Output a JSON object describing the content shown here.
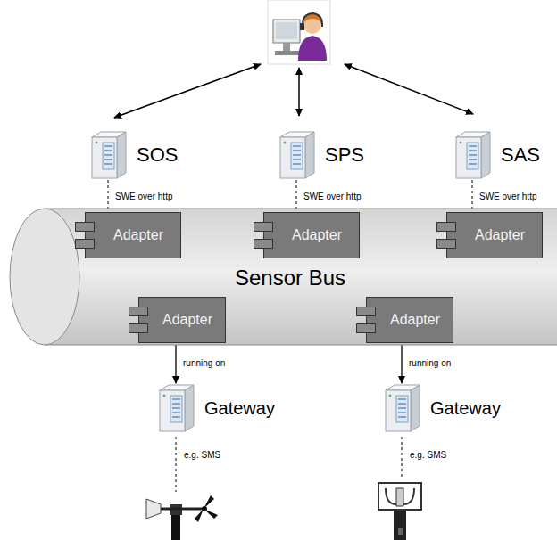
{
  "diagram": {
    "nodes": [
      {
        "text": [
          "SOS"
        ]
      },
      {
        "text": [
          "SPS"
        ]
      },
      {
        "text": [
          "SAS"
        ]
      },
      {
        "text": [
          "Sensor Bus"
        ]
      },
      {
        "text": [
          "Adapter"
        ],
        "in": 3
      },
      {
        "text": [
          "Adapter"
        ],
        "in": 3
      },
      {
        "text": [
          "Adapter"
        ],
        "in": 3
      },
      {
        "text": [
          "Adapter"
        ],
        "in": 3
      },
      {
        "text": [
          "Adapter"
        ],
        "in": 3
      },
      {
        "text": [
          "Gateway"
        ]
      },
      {
        "text": [
          "Gateway"
        ]
      }
    ],
    "edges": [
      {
        "from": 0,
        "to": 4,
        "label": "SWE over http",
        "arrow": "none"
      },
      {
        "from": 1,
        "to": 5,
        "label": "SWE over http",
        "arrow": "none"
      },
      {
        "from": 2,
        "to": 6,
        "label": "SWE over http",
        "arrow": "none"
      },
      {
        "from": 7,
        "to": 9,
        "label": "running on",
        "arrow": "to"
      },
      {
        "from": 8,
        "to": 10,
        "label": "running on",
        "arrow": "to"
      }
    ],
    "labels": [
      "e.g. SMS",
      "e.g. SMS"
    ]
  }
}
